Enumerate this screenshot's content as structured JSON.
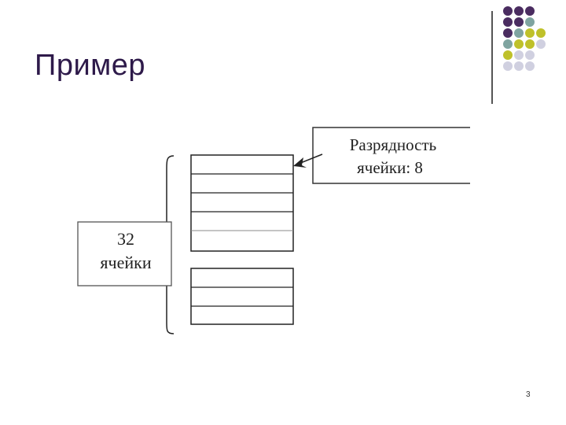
{
  "slide": {
    "title": "Пример",
    "page_number": "3"
  },
  "decoration": {
    "palette": {
      "purple": "#4a2c60",
      "teal": "#7fa4a0",
      "olive": "#bfc12a",
      "lavender": "#d0d0e0"
    },
    "dot_grid": [
      [
        "purple",
        "purple",
        "purple",
        null
      ],
      [
        "purple",
        "purple",
        "teal",
        null
      ],
      [
        "purple",
        "teal",
        "olive",
        "olive"
      ],
      [
        "teal",
        "olive",
        "olive",
        "lavender"
      ],
      [
        "olive",
        "lavender",
        "lavender",
        null
      ],
      [
        "lavender",
        "lavender",
        "lavender",
        null
      ]
    ]
  },
  "diagram": {
    "bit_width_label_line1": "Разрядность",
    "bit_width_label_line2": "ячейки: 8",
    "cell_count_label_line1": "32",
    "cell_count_label_line2": "ячейки"
  }
}
